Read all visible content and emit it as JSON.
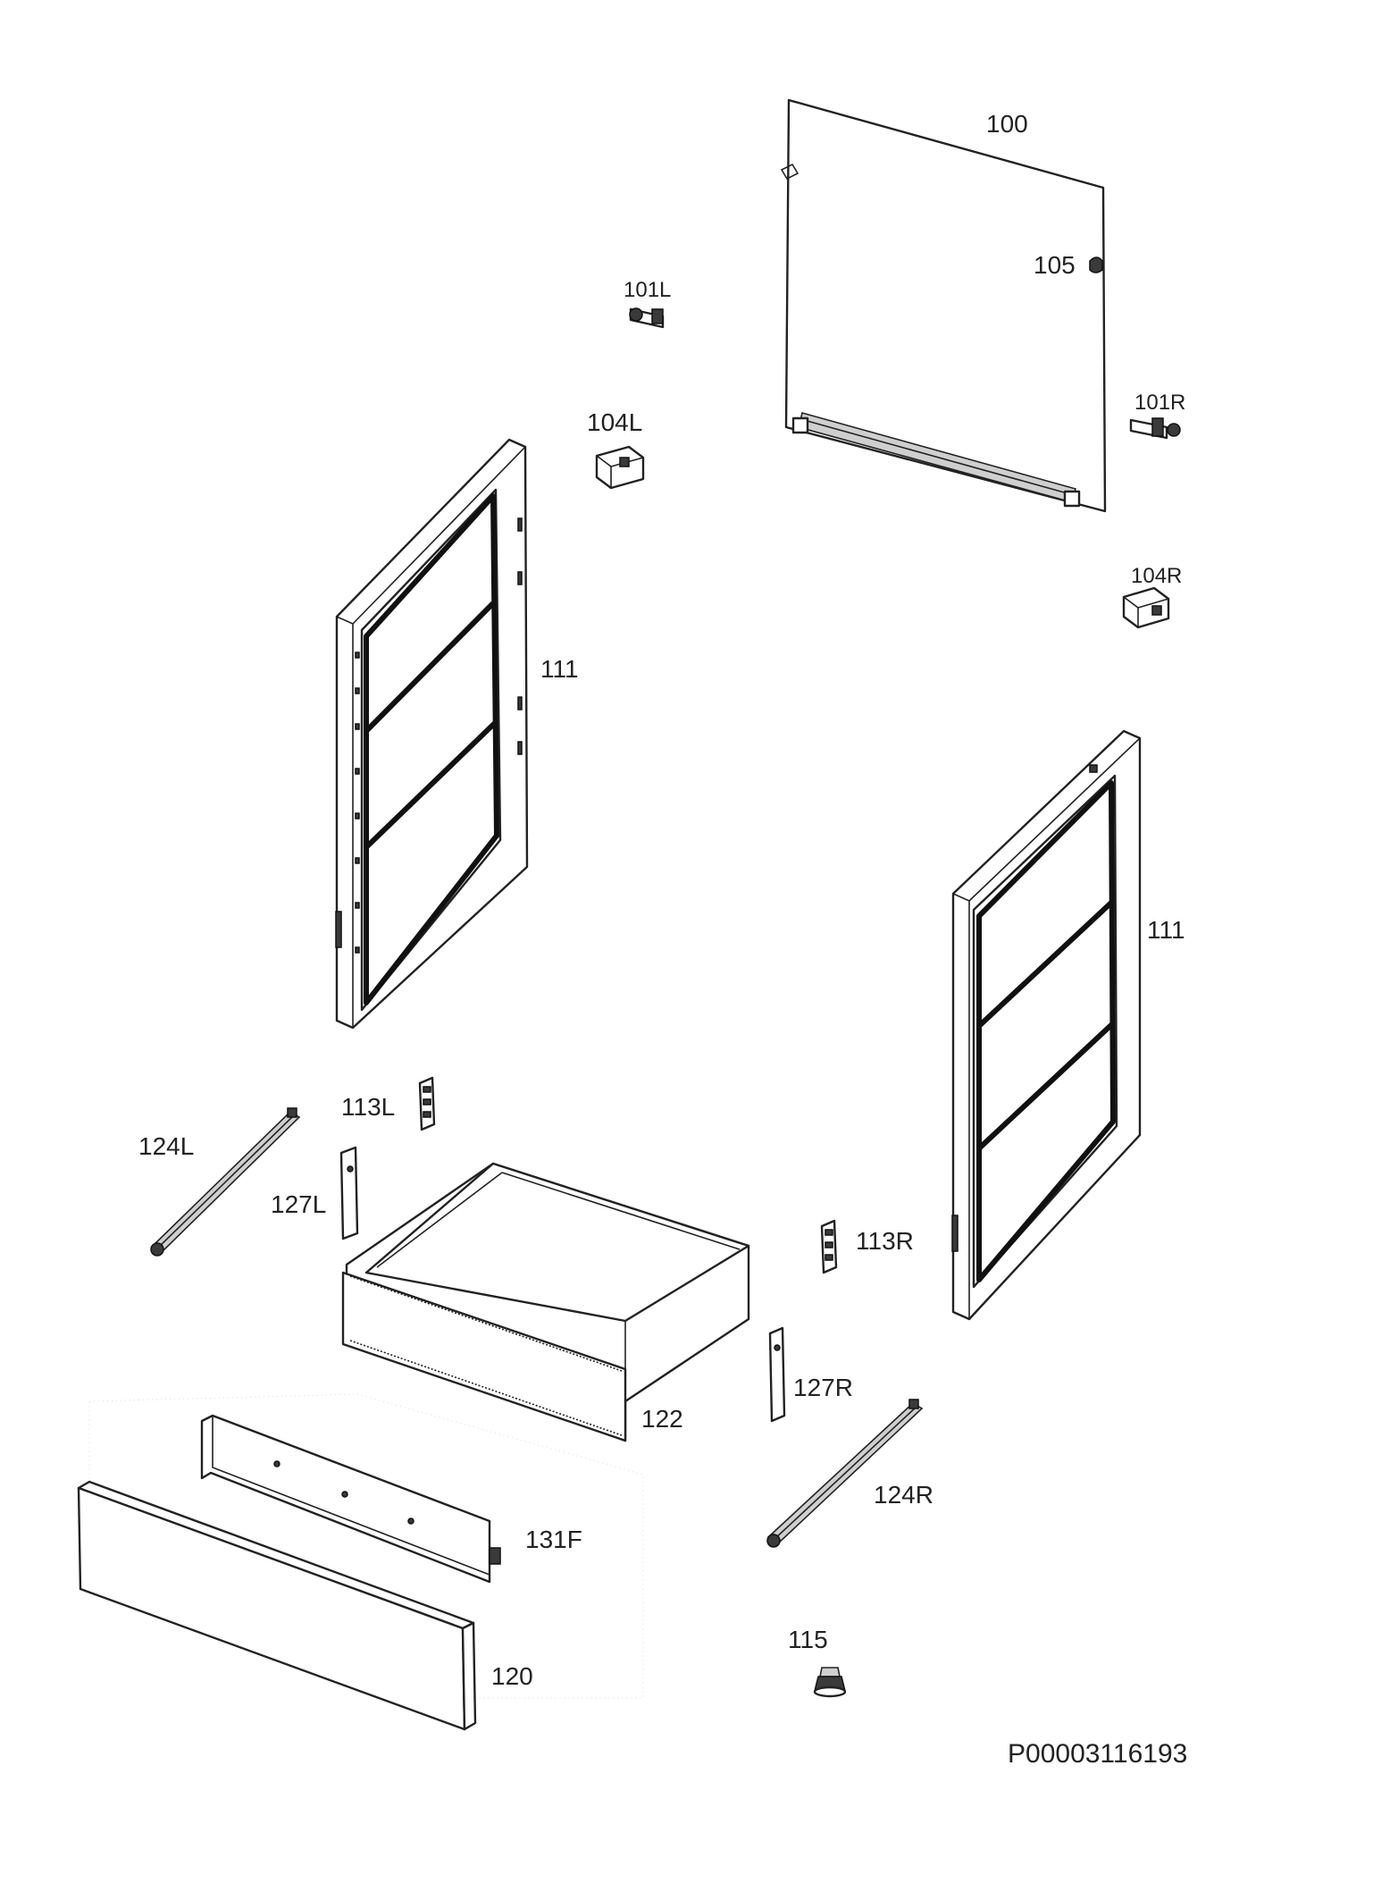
{
  "parts": {
    "p100": "100",
    "p105": "105",
    "p101L": "101L",
    "p101R": "101R",
    "p104L": "104L",
    "p104R": "104R",
    "p111_left": "111",
    "p111_right": "111",
    "p113L": "113L",
    "p113R": "113R",
    "p124L": "124L",
    "p124R": "124R",
    "p127L": "127L",
    "p127R": "127R",
    "p122": "122",
    "p131F": "131F",
    "p120": "120",
    "p115": "115"
  },
  "drawing_number": "P00003116193"
}
